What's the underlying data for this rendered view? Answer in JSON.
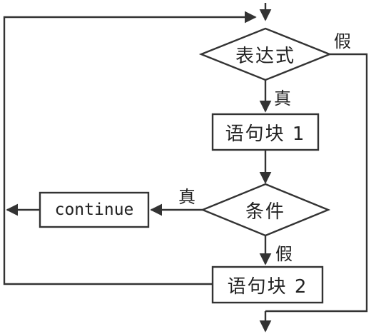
{
  "diagram": {
    "nodes": {
      "expression": "表达式",
      "block1": "语句块 1",
      "condition": "条件",
      "continue_box": "continue",
      "block2": "语句块 2"
    },
    "edge_labels": {
      "expr_false": "假",
      "expr_true": "真",
      "cond_true": "真",
      "cond_false": "假"
    },
    "colors": {
      "stroke": "#333333",
      "text": "#222222"
    }
  }
}
